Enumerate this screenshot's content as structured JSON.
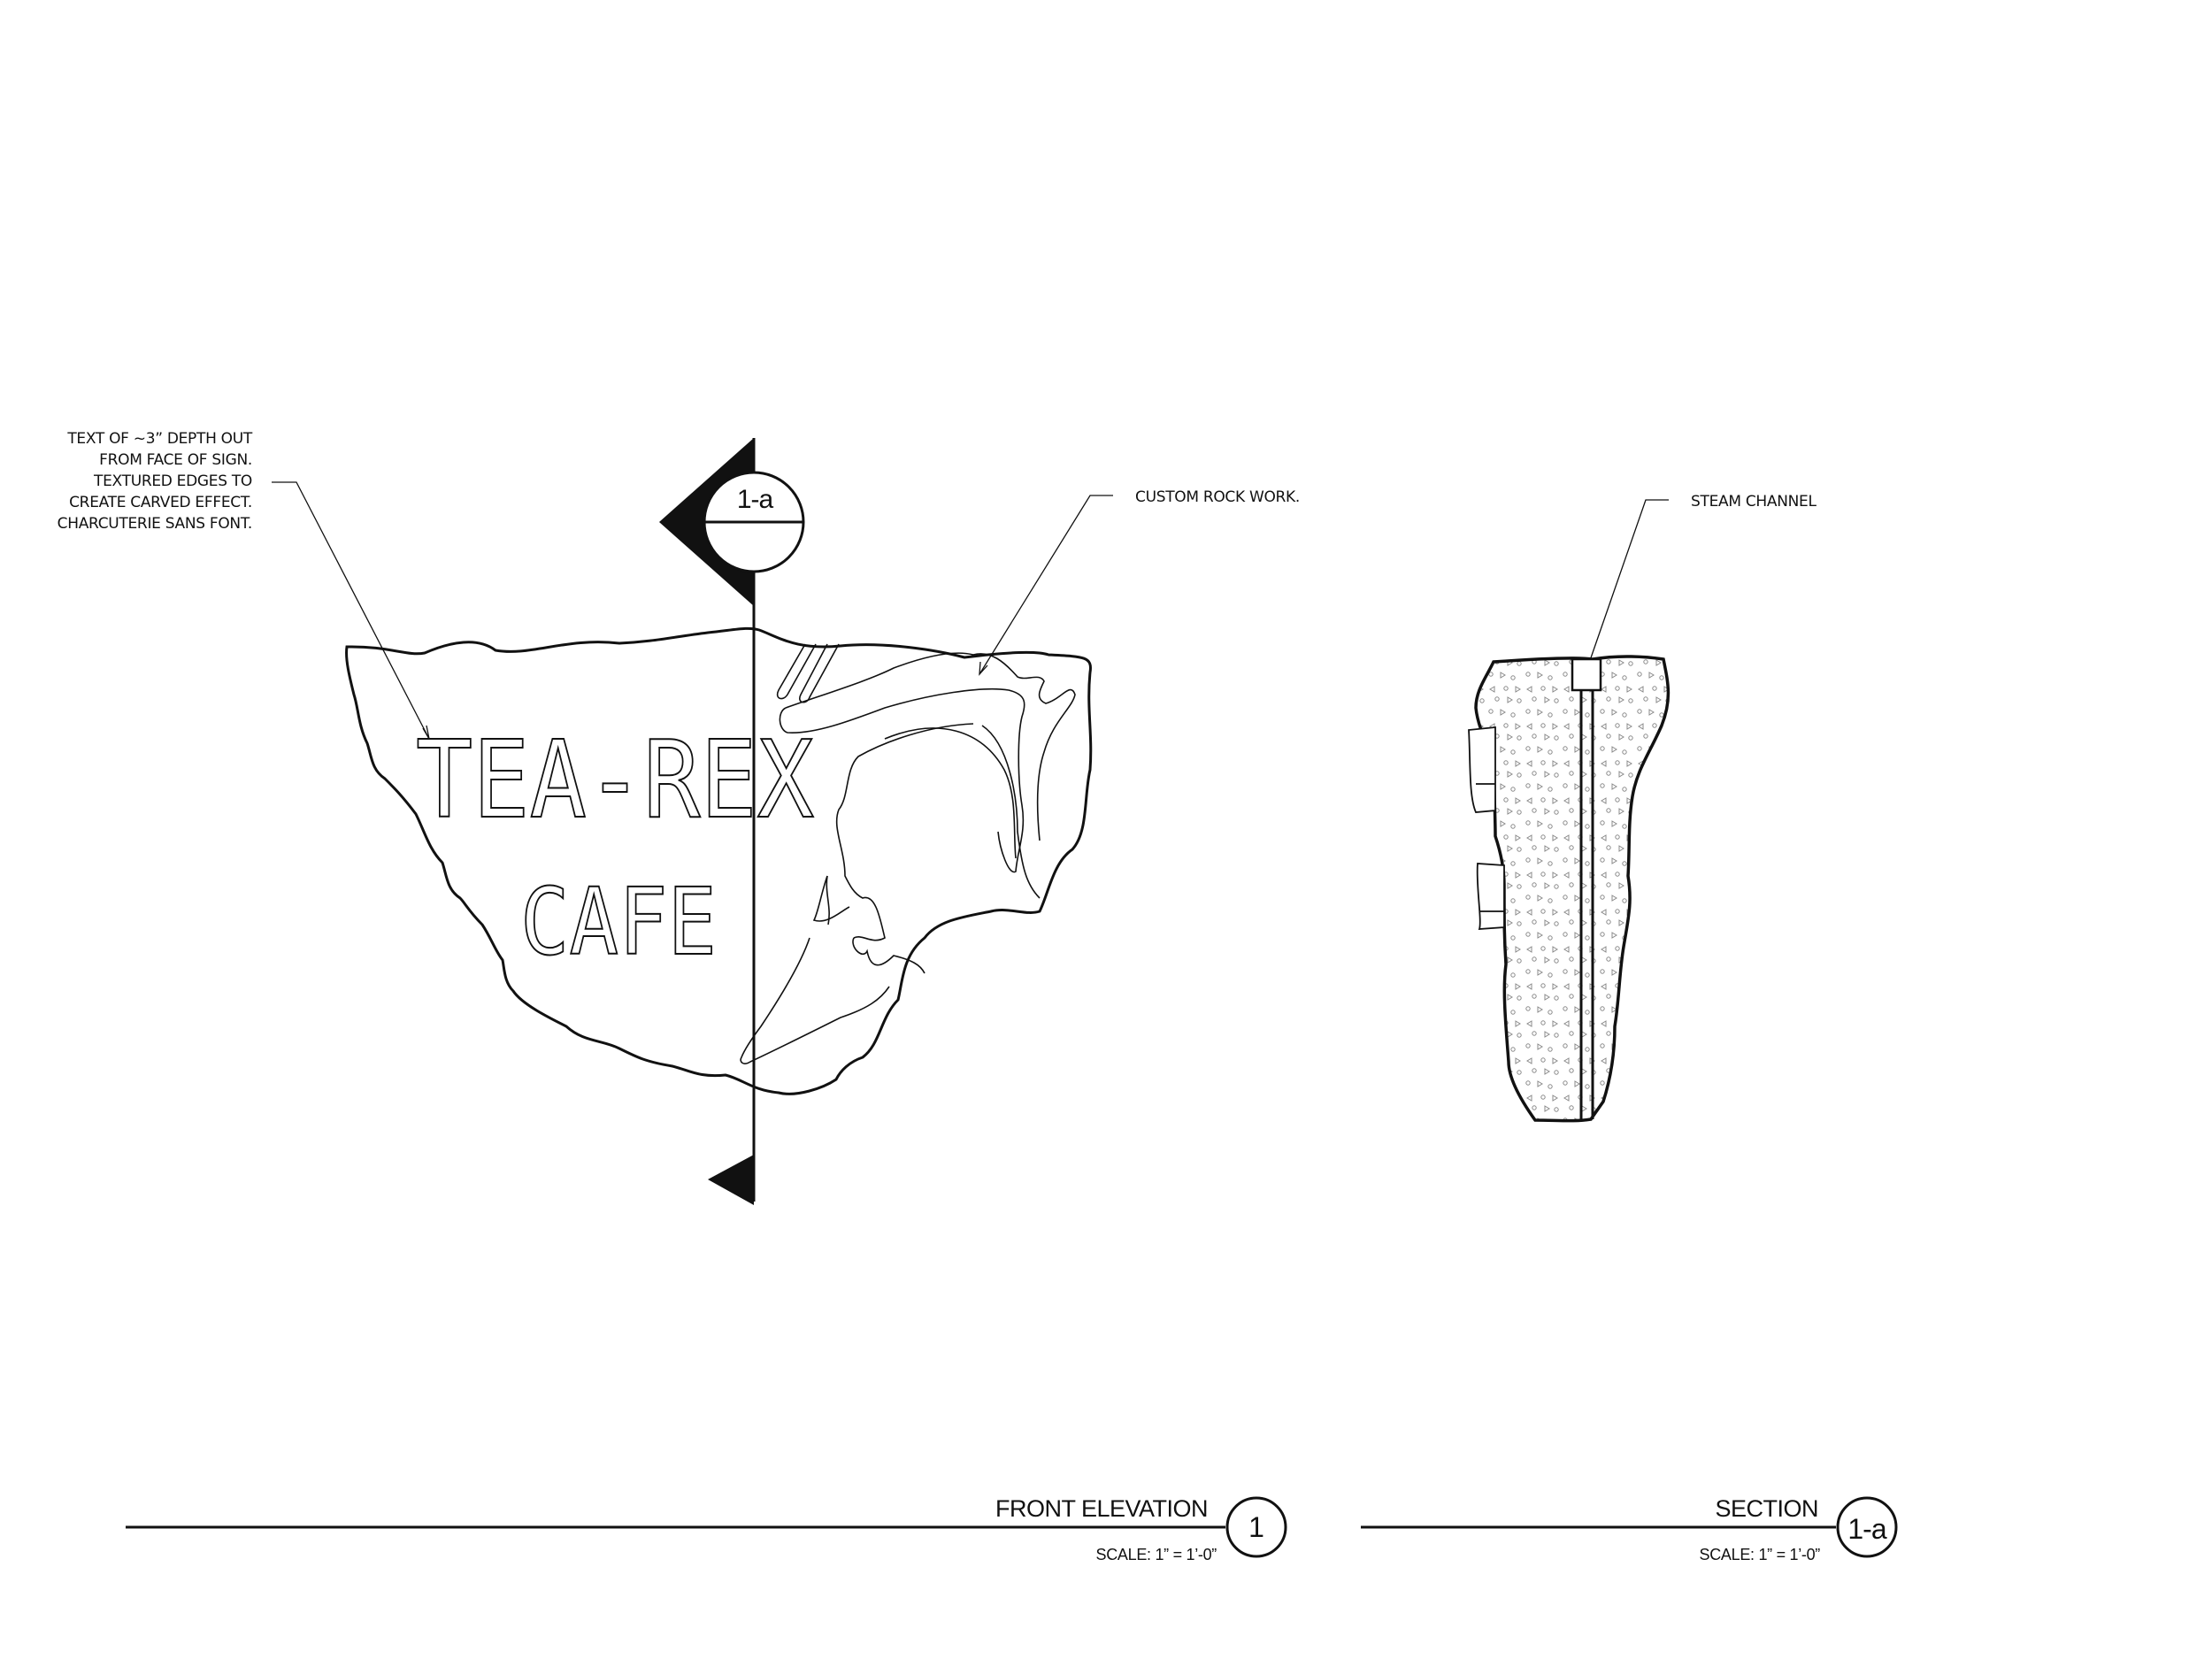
{
  "notes": {
    "sign_text_note": [
      "TEXT OF ~3” DEPTH OUT",
      "FROM FACE OF SIGN.",
      "TEXTURED EDGES TO",
      "CREATE CARVED EFFECT.",
      "CHARCUTERIE SANS FONT."
    ],
    "rock_note": "CUSTOM ROCK WORK.",
    "steam_note": "STEAM CHANNEL"
  },
  "sign": {
    "line1": "TEA-REX",
    "line2": "CAFE"
  },
  "section_marker": {
    "tag": "1-a",
    "icon": "section-cut-arrow-icon"
  },
  "views": [
    {
      "title": "FRONT ELEVATION",
      "scale": "SCALE: 1” = 1’-0”",
      "tag": "1"
    },
    {
      "title": "SECTION",
      "scale": "SCALE: 1” = 1’-0”",
      "tag": "1-a"
    }
  ],
  "colors": {
    "line": "#111111",
    "hatch": "#8a8a8a",
    "background": "#ffffff"
  }
}
